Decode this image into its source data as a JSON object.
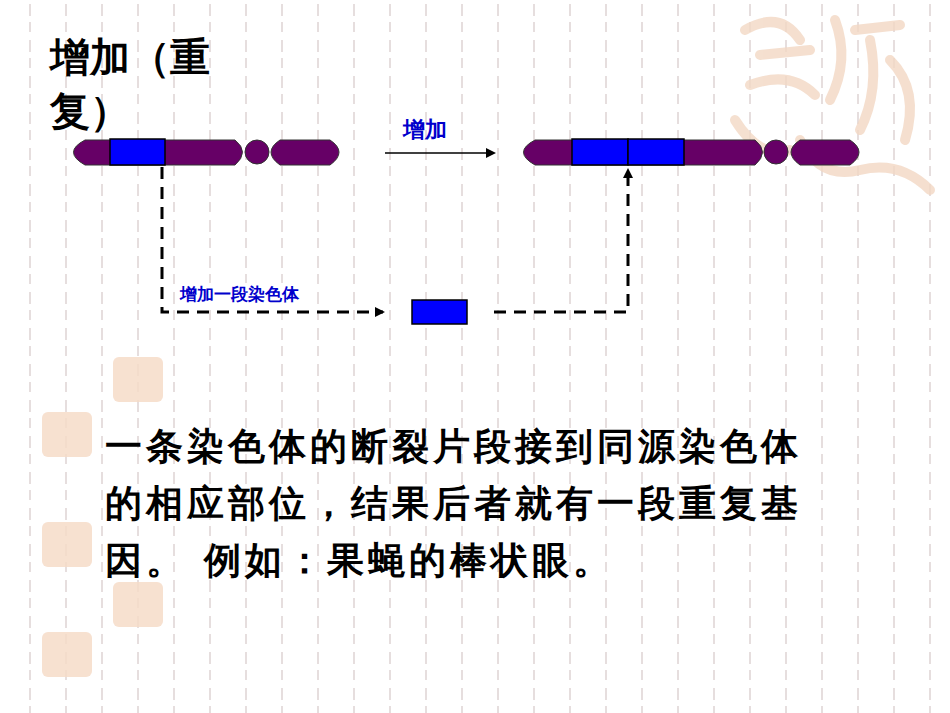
{
  "diagram": {
    "title": "增加（重复）",
    "labels": [
      "增加",
      "增加一段染色体",
      "一条染色体的断裂片段接到同源染色体的相应部位，结果后者就有一段重复基因。 例如：果蝇的棒状眼。"
    ]
  }
}
